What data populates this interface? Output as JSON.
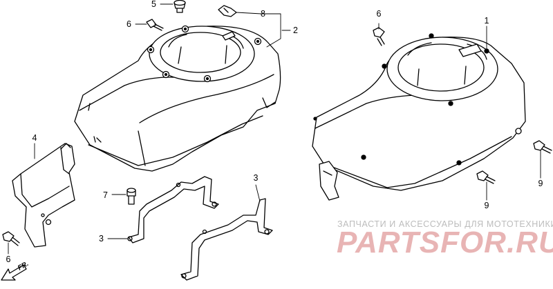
{
  "callouts": [
    {
      "id": "5",
      "text": "5"
    },
    {
      "id": "8",
      "text": "8"
    },
    {
      "id": "6a",
      "text": "6"
    },
    {
      "id": "2",
      "text": "2"
    },
    {
      "id": "6b",
      "text": "6"
    },
    {
      "id": "1",
      "text": "1"
    },
    {
      "id": "4",
      "text": "4"
    },
    {
      "id": "7",
      "text": "7"
    },
    {
      "id": "3a",
      "text": "3"
    },
    {
      "id": "3b",
      "text": "3"
    },
    {
      "id": "9a",
      "text": "9"
    },
    {
      "id": "9b",
      "text": "9"
    },
    {
      "id": "6c",
      "text": "6"
    }
  ],
  "direction_label": "FR.",
  "watermark": {
    "tagline": "ЗАПЧАСТИ И АКСЕССУАРЫ ДЛЯ МОТОТЕХНИКИ",
    "logo": "PARTSFOR.RU"
  },
  "colors": {
    "line": "#000000",
    "watermark_text": "#bcbcbc",
    "watermark_logo": "#e8b4b4"
  }
}
